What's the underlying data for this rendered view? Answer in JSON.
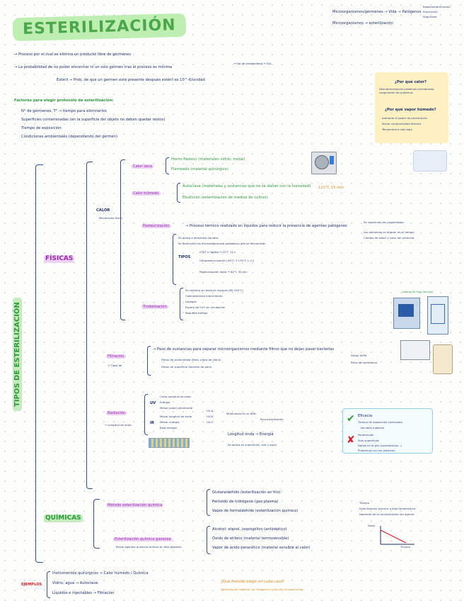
{
  "title": "ESTERILIZACIÓN",
  "top_right": {
    "line1": "Microorganismos/gérmenes → Vida → Patógenos",
    "line2": "Microorganismos → esterilización",
    "bullets": [
      "Biodecontaminación",
      "Prevención",
      "Seguridad"
    ]
  },
  "intro": {
    "line1": "→ Proceso por el cual se elimina un producto libre de gérmenes",
    "line2": "→ La probabilidad de no poder encontrar ni un solo germen tras el proceso es mínima",
    "line3": "→ Sal de probabilidad → SAL",
    "line4": "Estéril → Prob. de que un germen esté presente después estéril es 10^-6/unidad"
  },
  "factors": {
    "heading": "Factores para elegir protocolo de esterilización:",
    "items": [
      "N° de gérmenes, T°  → tiempo para eliminarlos",
      "Superficies contaminadas (en la superficie del objeto no deben quedar restos)",
      "Tiempo de exposición",
      "Condiciones ambientales (dependiendo del germen)"
    ]
  },
  "yellow_box": {
    "q1": "¿Por qué calor?",
    "a1": "Desnaturalización proteínas microbianas, coagulación de proteínas",
    "q2": "¿Por qué vapor húmedo?",
    "a2": [
      "Aumenta el poder de penetración",
      "Mayor conductividad térmica",
      "Temperatura más baja"
    ]
  },
  "main_label": "TIPOS DE ESTERILIZACIÓN",
  "fisicas": {
    "label": "FÍSICAS",
    "calor": {
      "label": "CALOR",
      "note": "Mecanismo físico",
      "calor_seco": {
        "label": "Calor seco",
        "horno": "Horno Pasteur (materiales vidrio, metal)",
        "flameado": "Flameado (material quirúrgico)"
      },
      "calor_humedo": {
        "label": "Calor húmedo",
        "autoclave": "Autoclave (materiales y sustancias que no se dañan con la humedad)",
        "ebullicion": "Ebullición (esterilización de medios de cultivo)",
        "note": "121°C 15 min"
      },
      "pasteurizacion": {
        "label": "Pasteurización",
        "desc": "→ Proceso térmico realizado en líquidos para reducir la presencia de agentes patógenos",
        "lines": [
          "Se aplica a alimentos líquidos",
          "Se destruyen los microorganismos patógenos que se encuentran"
        ],
        "tipos": "TIPOS",
        "tipo_items": [
          "HTST o rápida → 72°C 15 s",
          "Ultrapasteurización (UHT) → 135°C 1-2 s",
          "Pasteurización lenta → 63°C 30 min"
        ],
        "side": [
          "Se conservan las propiedades",
          "Los alimentos se alteran en el tiempo",
          "Cambio de sabor y color del producto"
        ]
      },
      "tindalizacion": {
        "label": "Tindalización",
        "lines": [
          "Se calienta sin destruir esporas (80-100°C)",
          "Calentamiento intermitente",
          "Líquidos",
          "Espera de 24 h en incubación",
          "Requiere tiempo"
        ]
      }
    },
    "filtracion": {
      "label": "Filtración",
      "sub": "→ Tipos de",
      "line1": "→ Paso de sustancias para separar microorganismos mediante filtros que no dejan pasar bacterias",
      "line2": "Filtros de profundidad (fibra, placa de vidrio)",
      "line3": "Filtros de superficie (tamaño de poro)",
      "right": [
        "Filtros HEPA",
        "Filtro de membrana"
      ],
      "img_label": "Cabina de flujo laminar"
    },
    "radiacion": {
      "label": "Radiación",
      "sub": "→ Longitud de onda",
      "uv_label": "UV",
      "uv_lines": [
        "Corta longitud de onda",
        "Energía",
        "Menor poder penetrante"
      ],
      "ir_label": "IR",
      "ir_lines": [
        "Mayor longitud de onda",
        "Menor energía",
        "Baja energía"
      ],
      "codes": [
        "UV-A",
        "UV-B",
        "UV-C"
      ],
      "right": [
        "Mutaciones en el ADN",
        "Poca penetración"
      ],
      "longitud": "Longitud onda → Energía",
      "extra": "Se aplica en superficies, aire y agua"
    }
  },
  "green_box": {
    "check": "Eficacia",
    "check_lines": [
      "Tiempo de exposición controlado",
      "No daña material"
    ],
    "cross": "Penetración",
    "cross_lines": [
      "Solo superficies",
      "Daños en la piel (quemaduras...)",
      "Problemas con los plásticos"
    ]
  },
  "quimicas": {
    "label": "QUÍMICAS",
    "metodo1": {
      "label": "Método esterilización química",
      "items": [
        "Glutaraldehído (esterilización en frío)",
        "Peróxido de hidrógeno (gas plasma)",
        "Vapor de formaldehído (esterilización química)"
      ]
    },
    "metodo2": {
      "label": "Esterilización química gaseosa",
      "sub": "Posee agentes químicos activos en fase gaseosa",
      "items": [
        "Alcohol: etanol, isopropílico (antiséptico)",
        "Óxido de etileno (material termosensible)",
        "Vapor de ácido peracético (material sensible al calor)"
      ]
    },
    "right": [
      "Tiempo",
      "Esterilización química a baja temperatura",
      "Depende de la concentración del agente"
    ],
    "graph": {
      "xlabel": "Tiempo",
      "ylabel": "Dosis"
    }
  },
  "ejemplos": {
    "label": "EJEMPLOS",
    "items": [
      "Instrumentos quirúrgicos → Calor húmedo / Química",
      "Vidrio, agua → Autoclave",
      "Líquidos e injectables → Filtración"
    ],
    "orange": "¿Qué método elegir en cada caso?",
    "orange2": "Depende del material, su resistencia y tipo de contaminación"
  },
  "icons": {
    "autoclave": "autoclave-image",
    "check": "check-icon",
    "cross": "cross-icon",
    "filter": "filter-image",
    "hood": "laminar-flow-image"
  },
  "colors": {
    "title_bg": "#bfeeb3",
    "accent_green": "#2e9a3e",
    "ink": "#1d2f6f",
    "yellow": "#fdf1c4",
    "purple": "#9a2ab0"
  }
}
